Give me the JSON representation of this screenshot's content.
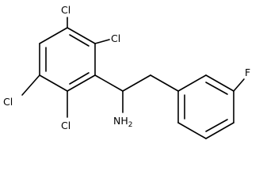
{
  "structure": {
    "atoms": {
      "cl_top": "Cl",
      "cl_upper_right": "Cl",
      "cl_left": "Cl",
      "cl_bottom": "Cl",
      "nh2": "NH",
      "nh2_subscript": "2",
      "fluorine": "F"
    }
  }
}
